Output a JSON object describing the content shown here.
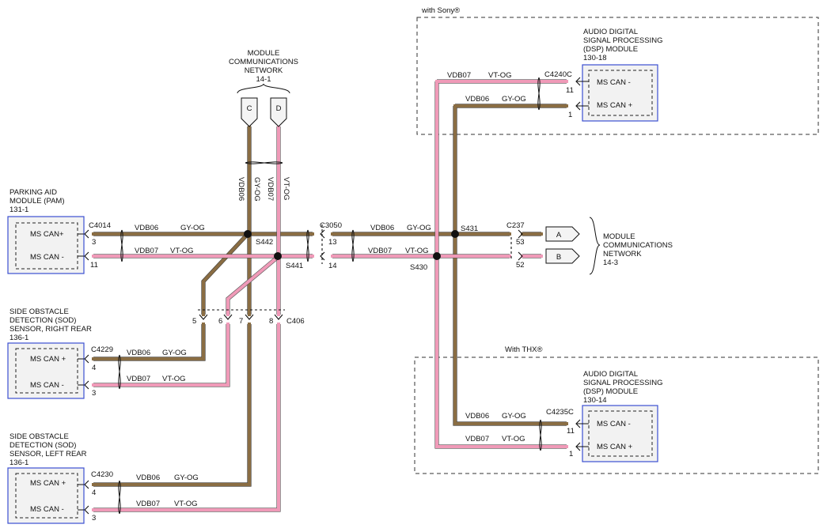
{
  "modules": {
    "pam": {
      "title": [
        "PARKING AID",
        "MODULE (PAM)",
        "131-1"
      ],
      "pins": [
        "MS CAN+",
        "MS CAN -"
      ]
    },
    "sod_right": {
      "title": [
        "SIDE OBSTACLE",
        "DETECTION (SOD)",
        "SENSOR, RIGHT REAR",
        "136-1"
      ],
      "pins": [
        "MS CAN +",
        "MS CAN -"
      ]
    },
    "sod_left": {
      "title": [
        "SIDE OBSTACLE",
        "DETECTION (SOD)",
        "SENSOR, LEFT REAR",
        "136-1"
      ],
      "pins": [
        "MS CAN +",
        "MS CAN -"
      ]
    },
    "dsp_sony": {
      "zone": "with Sony®",
      "title": [
        "AUDIO DIGITAL",
        "SIGNAL PROCESSING",
        "(DSP) MODULE",
        "130-18"
      ],
      "pins": [
        "MS CAN -",
        "MS CAN +"
      ]
    },
    "dsp_thx": {
      "zone": "With THX®",
      "title": [
        "AUDIO DIGITAL",
        "SIGNAL PROCESSING",
        "(DSP) MODULE",
        "130-14"
      ],
      "pins": [
        "MS CAN -",
        "MS CAN +"
      ]
    }
  },
  "networks": {
    "top": {
      "title": [
        "MODULE",
        "COMMUNICATIONS",
        "NETWORK",
        "14-1"
      ],
      "tabs": [
        "C",
        "D"
      ]
    },
    "right": {
      "title": [
        "MODULE",
        "COMMUNICATIONS",
        "NETWORK",
        "14-3"
      ],
      "tabs": [
        "A",
        "B"
      ]
    }
  },
  "connectors": {
    "c4014": "C4014",
    "c4229": "C4229",
    "c4230": "C4230",
    "c3050": "C3050",
    "c237": "C237",
    "c406": "C406",
    "c4240c": "C4240C",
    "c4235c": "C4235C"
  },
  "splices": {
    "s442": "S442",
    "s441": "S441",
    "s431": "S431",
    "s430": "S430"
  },
  "wires": {
    "vdb06": "VDB06",
    "vdb07": "VDB07",
    "gy_og": "GY-OG",
    "vt_og": "VT-OG"
  },
  "pins": {
    "pam_a": "3",
    "pam_b": "11",
    "sodr_a": "4",
    "sodr_b": "3",
    "sodl_a": "4",
    "sodl_b": "3",
    "c3050_a": "13",
    "c3050_b": "14",
    "c237_a": "53",
    "c237_b": "52",
    "c406_5": "5",
    "c406_6": "6",
    "c406_7": "7",
    "c406_8": "8",
    "sony_a": "11",
    "sony_b": "1",
    "thx_a": "11",
    "thx_b": "1"
  },
  "colors": {
    "gy_og": "#8a6d43",
    "vt_og": "#f09ab8",
    "module_border": "#3b4fd1"
  }
}
